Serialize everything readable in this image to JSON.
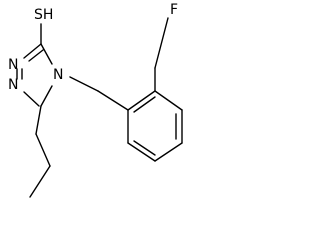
{
  "molecule": {
    "atom_labels": {
      "thiol": "SH",
      "ring_n_top": "N",
      "ring_n_bottom": "N",
      "ring_n_substituted": "N",
      "fluorine": "F"
    },
    "colors": {
      "bond": "#000000",
      "label": "#000000",
      "background": "#ffffff"
    }
  }
}
